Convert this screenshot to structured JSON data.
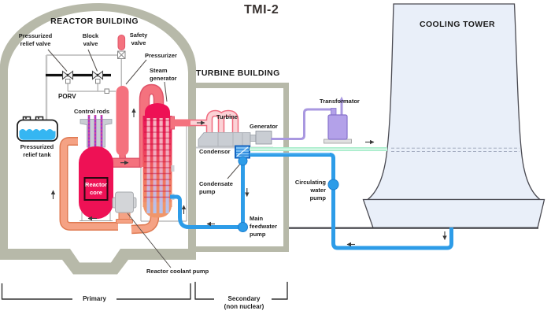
{
  "colors": {
    "building": "#b7b9a9",
    "ink": "#1c1c1c",
    "crimson": "#ee1155",
    "pink-pipe": "#f4727e",
    "pink-stroke": "#e0556a",
    "steam-fill": "#fbd2d6",
    "steam-stroke": "#f06a7e",
    "salmon": "#f5a284",
    "salmon-stroke": "#df7a52",
    "blue": "#2d9ce8",
    "blue-dark": "#1565c0",
    "water": "#35b6f2",
    "condensor-fill": "#7fc0f4",
    "green": "#a9edcb",
    "purple": "#a998e0",
    "transformer-fill": "#b3a1e9",
    "transformer-stroke": "#8672cc",
    "device-gray": "#c9cdd3",
    "device-stroke": "#9aa0a8",
    "tower-fill": "#e9eff9",
    "tower-stroke": "#4a4a52",
    "rod-purple": "#a033c8",
    "arrow": "#3a3a3a",
    "leader": "#55504d",
    "frame": "#999999"
  },
  "title": "TMI-2",
  "reactor_building": {
    "title": "REACTOR BUILDING",
    "pressurized_relief_valve": "Pressurized\nrelief valve",
    "block_valve": "Block\nvalve",
    "safety_valve": "Safety\nvalve",
    "porv": "PORV",
    "pressurizer": "Pressurizer",
    "steam_generator": "Steam\ngenerator",
    "control_rods": "Control rods",
    "pressurized_relief_tank": "Pressurized\nrelief tank",
    "reactor_core": "Reactor\ncore",
    "reactor_coolant_pump": "Reactor coolant pump"
  },
  "turbine_building": {
    "title": "TURBINE BUILDING",
    "turbine": "Turbine",
    "generator": "Generator",
    "condensor": "Condensor",
    "condensate_pump": "Condensate\npump",
    "main_feedwater_pump": "Main\nfeedwater\npump"
  },
  "site": {
    "cooling_tower": "COOLING TOWER",
    "transformator": "Transformator",
    "circulating_water_pump": "Circulating\nwater\npump"
  },
  "sections": {
    "primary": "Primary",
    "secondary": "Secondary\n(non nuclear)"
  }
}
